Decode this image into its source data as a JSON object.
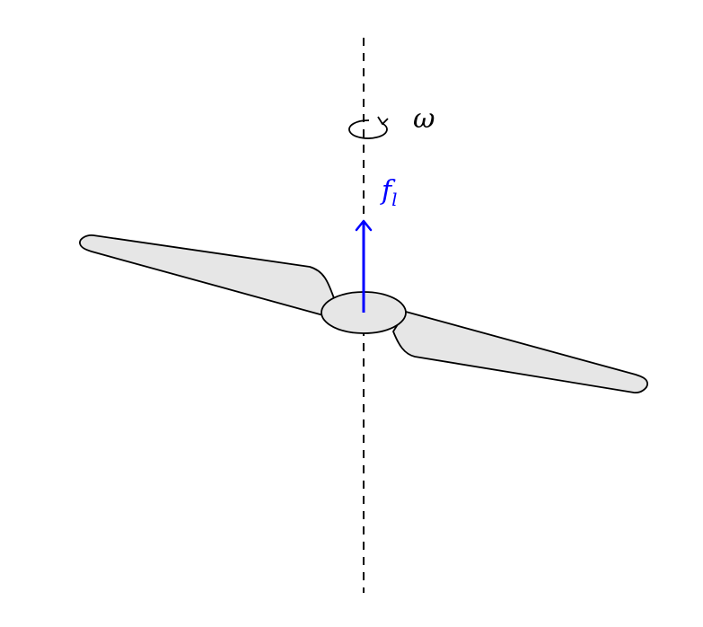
{
  "labels": {
    "angular_velocity": "ω",
    "lift_force": "f",
    "lift_force_subscript": "l"
  },
  "colors": {
    "lift_force": "#0000ff",
    "blade_fill": "#e6e6e6",
    "stroke": "#000000"
  },
  "icons": {
    "rotation": "counterclockwise-rotation-arrow-icon"
  }
}
